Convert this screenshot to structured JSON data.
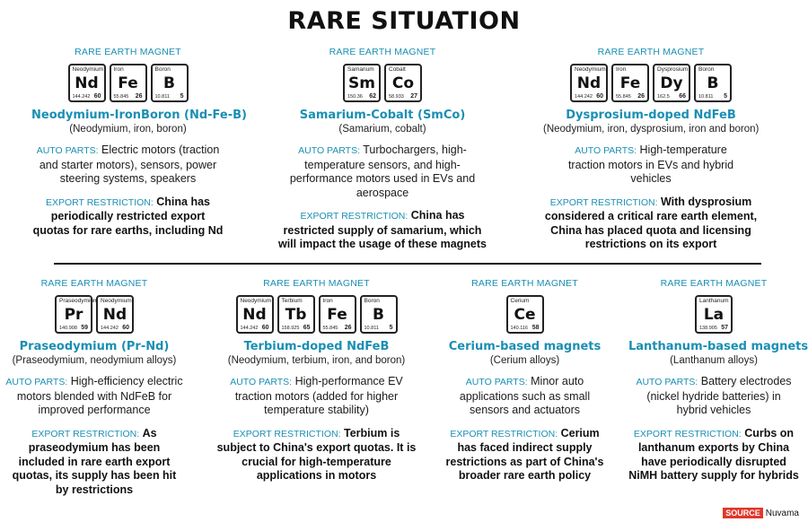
{
  "title": "RARE SITUATION",
  "kicker": "RARE EARTH MAGNET",
  "auto_label": "AUTO PARTS:",
  "export_label": "EXPORT RESTRICTION:",
  "source_label": "SOURCE",
  "source_name": "Nuvama",
  "cards": [
    {
      "tiles": [
        {
          "name": "Neodymium",
          "symbol": "Nd",
          "mass": "144.242",
          "number": "60"
        },
        {
          "name": "Iron",
          "symbol": "Fe",
          "mass": "55.845",
          "number": "26"
        },
        {
          "name": "Boron",
          "symbol": "B",
          "mass": "10.811",
          "number": "5"
        }
      ],
      "name": "Neodymium-IronBoron (Nd-Fe-B)",
      "sub": "(Neodymium, iron, boron)",
      "auto": "Electric motors (traction and starter motors), sensors, power steering systems, speakers",
      "export": "China has periodically restricted export quotas for rare earths, including Nd"
    },
    {
      "tiles": [
        {
          "name": "Samarium",
          "symbol": "Sm",
          "mass": "150.36",
          "number": "62"
        },
        {
          "name": "Cobalt",
          "symbol": "Co",
          "mass": "58.933",
          "number": "27"
        }
      ],
      "name": "Samarium-Cobalt (SmCo)",
      "sub": "(Samarium, cobalt)",
      "auto": "Turbochargers, high-temperature sensors, and high-performance motors used in EVs and aerospace",
      "export": "China has restricted supply of samarium, which will impact the usage of these magnets"
    },
    {
      "tiles": [
        {
          "name": "Neodymium",
          "symbol": "Nd",
          "mass": "144.242",
          "number": "60"
        },
        {
          "name": "Iron",
          "symbol": "Fe",
          "mass": "55.845",
          "number": "26"
        },
        {
          "name": "Dysprosium",
          "symbol": "Dy",
          "mass": "162.5",
          "number": "66"
        },
        {
          "name": "Boron",
          "symbol": "B",
          "mass": "10.811",
          "number": "5"
        }
      ],
      "name": "Dysprosium-doped NdFeB",
      "sub": "(Neodymium, iron, dysprosium, iron and boron)",
      "auto": "High-temperature traction motors in EVs and hybrid vehicles",
      "export": "With dysprosium considered a critical rare earth element, China has placed quota and licensing restrictions on its export"
    },
    {
      "tiles": [
        {
          "name": "Praseodymium",
          "symbol": "Pr",
          "mass": "140.908",
          "number": "59"
        },
        {
          "name": "Neodymium",
          "symbol": "Nd",
          "mass": "144.242",
          "number": "60"
        }
      ],
      "name": "Praseodymium (Pr-Nd)",
      "sub": "(Praseodymium, neodymium alloys)",
      "auto": "High-efficiency electric motors blended with NdFeB for improved performance",
      "export": "As praseodymium has been included in rare earth export quotas, its supply has been hit by restrictions"
    },
    {
      "tiles": [
        {
          "name": "Neodymium",
          "symbol": "Nd",
          "mass": "144.242",
          "number": "60"
        },
        {
          "name": "Terbium",
          "symbol": "Tb",
          "mass": "158.925",
          "number": "65"
        },
        {
          "name": "Iron",
          "symbol": "Fe",
          "mass": "55.845",
          "number": "26"
        },
        {
          "name": "Boron",
          "symbol": "B",
          "mass": "10.811",
          "number": "5"
        }
      ],
      "name": "Terbium-doped NdFeB",
      "sub": "(Neodymium, terbium, iron, and boron)",
      "auto": "High-performance EV traction motors (added for higher temperature stability)",
      "export": "Terbium is subject to China's export quotas. It is crucial for high-temperature applications in motors"
    },
    {
      "tiles": [
        {
          "name": "Cerium",
          "symbol": "Ce",
          "mass": "140.116",
          "number": "58"
        }
      ],
      "name": "Cerium-based magnets",
      "sub": "(Cerium alloys)",
      "auto": "Minor auto applications such as small sensors and actuators",
      "export": "Cerium has faced indirect supply restrictions as part of China's broader rare earth policy"
    },
    {
      "tiles": [
        {
          "name": "Lanthanum",
          "symbol": "La",
          "mass": "138.905",
          "number": "57"
        }
      ],
      "name": "Lanthanum-based magnets",
      "sub": "(Lanthanum alloys)",
      "auto": "Battery electrodes (nickel hydride batteries) in hybrid vehicles",
      "export": "Curbs on lanthanum exports by China have periodically disrupted NiMH battery supply for hybrids"
    }
  ]
}
